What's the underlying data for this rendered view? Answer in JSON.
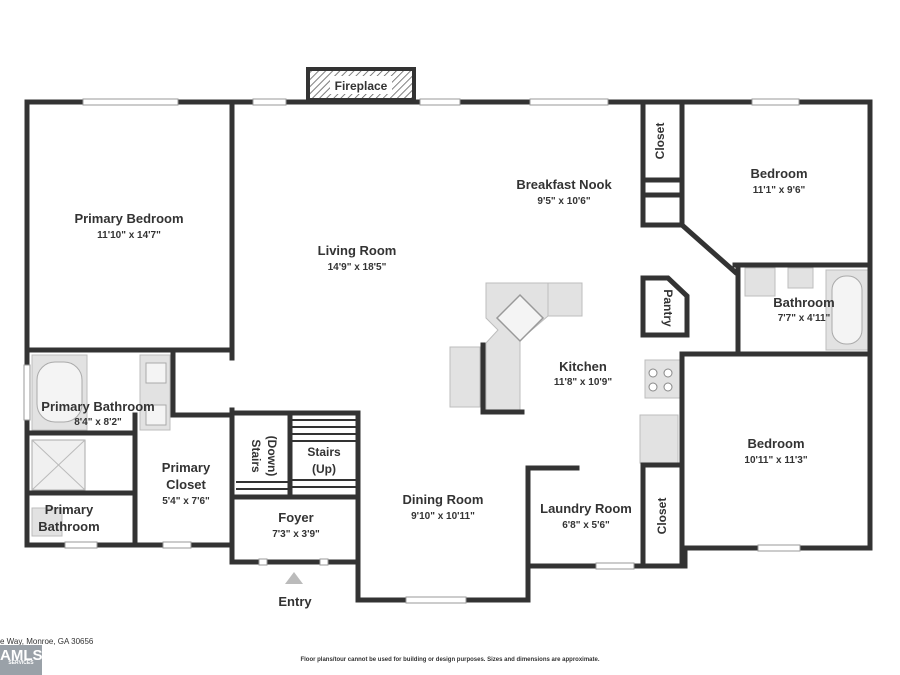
{
  "rooms": {
    "primary_bedroom": {
      "name": "Primary Bedroom",
      "dims": "11'10\" x 14'7\""
    },
    "living_room": {
      "name": "Living Room",
      "dims": "14'9\" x 18'5\""
    },
    "breakfast_nook": {
      "name": "Breakfast Nook",
      "dims": "9'5\" x 10'6\""
    },
    "bedroom_top": {
      "name": "Bedroom",
      "dims": "11'1\" x 9'6\""
    },
    "bathroom": {
      "name": "Bathroom",
      "dims": "7'7\" x 4'11\""
    },
    "kitchen": {
      "name": "Kitchen",
      "dims": "11'8\" x 10'9\""
    },
    "primary_bathroom": {
      "name": "Primary Bathroom",
      "dims": "8'4\" x 8'2\""
    },
    "primary_closet": {
      "name_line1": "Primary",
      "name_line2": "Closet",
      "dims": "5'4\" x 7'6\""
    },
    "bedroom_bottom": {
      "name": "Bedroom",
      "dims": "10'11\" x 11'3\""
    },
    "dining_room": {
      "name": "Dining Room",
      "dims": "9'10\" x 10'11\""
    },
    "laundry_room": {
      "name": "Laundry Room",
      "dims": "6'8\" x 5'6\""
    },
    "foyer": {
      "name": "Foyer",
      "dims": "7'3\" x 3'9\""
    },
    "half_bath": {
      "name_line1": "Primary",
      "name_line2": "Bathroom"
    }
  },
  "labels": {
    "fireplace": "Fireplace",
    "closet": "Closet",
    "pantry": "Pantry",
    "stairs_down_line1": "Stairs",
    "stairs_down_line2": "(Down)",
    "stairs_up_line1": "Stairs",
    "stairs_up_line2": "(Up)",
    "entry": "Entry"
  },
  "footer": {
    "address": "e Way, Monroe, GA 30656",
    "disclaimer": "Floor plans/tour cannot be used for building or design purposes. Sizes and dimensions are approximate.",
    "logo": "AMLS",
    "logo_sub": "SERVICES"
  },
  "colors": {
    "wall": "#333333",
    "fixture": "#e2e2e2",
    "floor": "#ffffff"
  }
}
